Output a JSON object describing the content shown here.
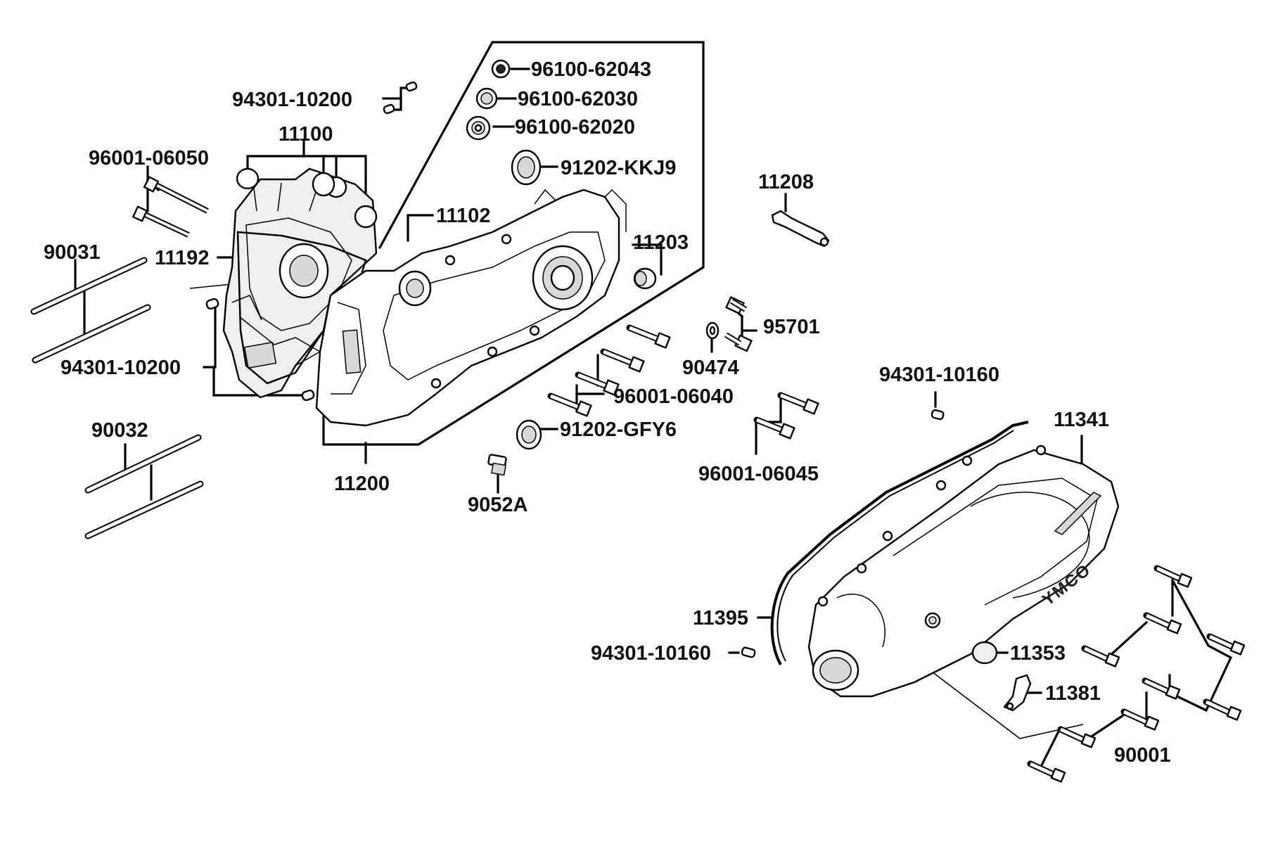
{
  "diagram": {
    "brand": "YMCO",
    "labels": [
      {
        "id": "l-96100-62043",
        "text": "96100-62043"
      },
      {
        "id": "l-96100-62030",
        "text": "96100-62030"
      },
      {
        "id": "l-96100-62020",
        "text": "96100-62020"
      },
      {
        "id": "l-94301-10200-top",
        "text": "94301-10200"
      },
      {
        "id": "l-11100",
        "text": "11100"
      },
      {
        "id": "l-96001-06050",
        "text": "96001-06050"
      },
      {
        "id": "l-91202-KKJ9",
        "text": "91202-KKJ9"
      },
      {
        "id": "l-11208",
        "text": "11208"
      },
      {
        "id": "l-11102",
        "text": "11102"
      },
      {
        "id": "l-11203",
        "text": "11203"
      },
      {
        "id": "l-90031",
        "text": "90031"
      },
      {
        "id": "l-11192",
        "text": "11192"
      },
      {
        "id": "l-95701",
        "text": "95701"
      },
      {
        "id": "l-90474",
        "text": "90474"
      },
      {
        "id": "l-94301-10200-left",
        "text": "94301-10200"
      },
      {
        "id": "l-94301-10160-top",
        "text": "94301-10160"
      },
      {
        "id": "l-96001-06040",
        "text": "96001-06040"
      },
      {
        "id": "l-11341",
        "text": "11341"
      },
      {
        "id": "l-90032",
        "text": "90032"
      },
      {
        "id": "l-91202-GFY6",
        "text": "91202-GFY6"
      },
      {
        "id": "l-96001-06045",
        "text": "96001-06045"
      },
      {
        "id": "l-11200",
        "text": "11200"
      },
      {
        "id": "l-9052A",
        "text": "9052A"
      },
      {
        "id": "l-11395",
        "text": "11395"
      },
      {
        "id": "l-94301-10160-bottom",
        "text": "94301-10160"
      },
      {
        "id": "l-11353",
        "text": "11353"
      },
      {
        "id": "l-11381",
        "text": "11381"
      },
      {
        "id": "l-90001",
        "text": "90001"
      }
    ]
  }
}
